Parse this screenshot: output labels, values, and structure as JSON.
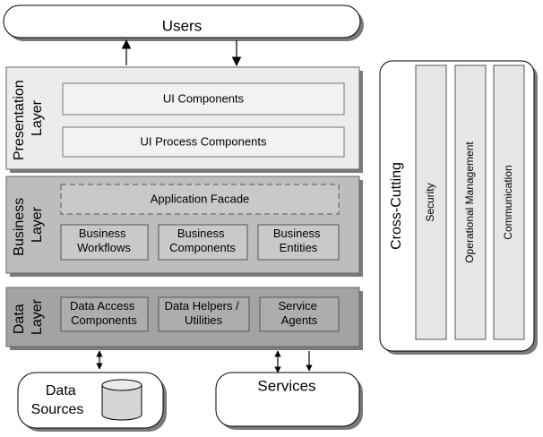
{
  "users": {
    "label": "Users"
  },
  "presentation_layer": {
    "title_line1": "Presentation",
    "title_line2": "Layer",
    "components": [
      "UI Components",
      "UI Process Components"
    ]
  },
  "business_layer": {
    "title_line1": "Business",
    "title_line2": "Layer",
    "facade": "Application Facade",
    "components": [
      {
        "line1": "Business",
        "line2": "Workflows"
      },
      {
        "line1": "Business",
        "line2": "Components"
      },
      {
        "line1": "Business",
        "line2": "Entities"
      }
    ]
  },
  "data_layer": {
    "title_line1": "Data",
    "title_line2": "Layer",
    "components": [
      {
        "line1": "Data Access",
        "line2": "Components"
      },
      {
        "line1": "Data Helpers /",
        "line2": "Utilities"
      },
      {
        "line1": "Service",
        "line2": "Agents"
      }
    ]
  },
  "cross_cutting": {
    "title": "Cross-Cutting",
    "columns": [
      "Security",
      "Operational Management",
      "Communication"
    ]
  },
  "data_sources": {
    "line1": "Data",
    "line2": "Sources"
  },
  "services": {
    "label": "Services"
  },
  "colors": {
    "presentation_fill": "#ececec",
    "business_fill": "#bdbdbd",
    "data_fill": "#a3a3a3",
    "shadow": "#7a7a7a",
    "column_fill": "#e6e6e6",
    "cylinder_fill": "#d6d6d6"
  }
}
